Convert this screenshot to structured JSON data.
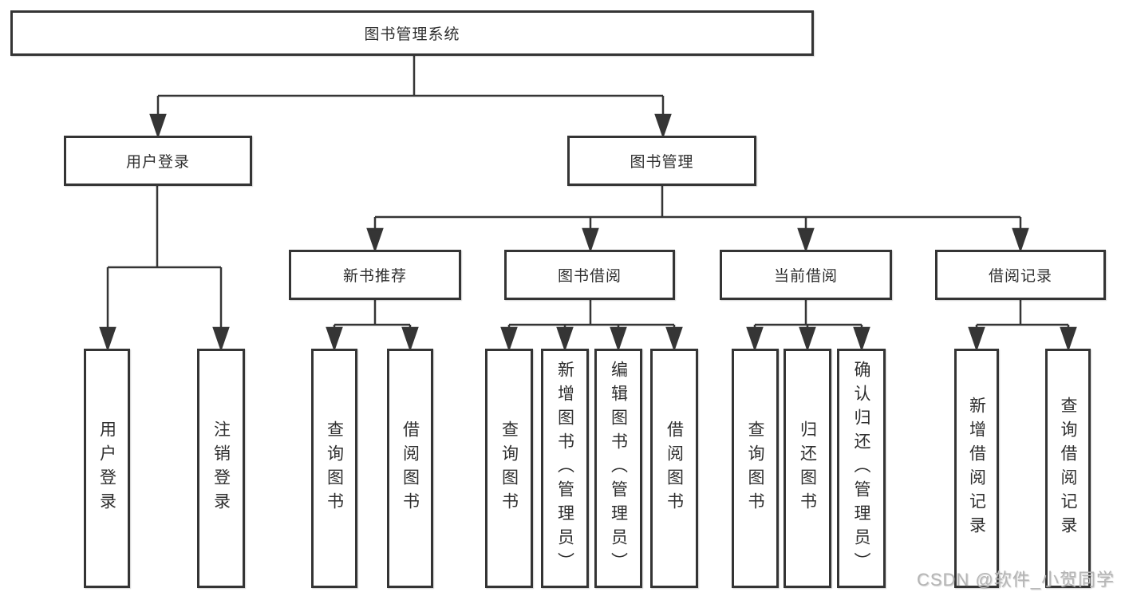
{
  "title": "图书管理系统",
  "nodes": {
    "root": "图书管理系统",
    "user_login": "用户登录",
    "book_management": "图书管理",
    "new_book_recommend": "新书推荐",
    "book_borrowing": "图书借阅",
    "current_borrowing": "当前借阅",
    "borrowing_records": "借阅记录",
    "leaf_user_login": "用户登录",
    "leaf_logout": "注销登录",
    "leaf_query_books_a": "查询图书",
    "leaf_borrow_books_a": "借阅图书",
    "leaf_query_books_b": "查询图书",
    "leaf_add_books_admin": "新增图书（管理员）",
    "leaf_edit_books_admin": "编辑图书（管理员）",
    "leaf_borrow_books_b": "借阅图书",
    "leaf_query_books_c": "查询图书",
    "leaf_return_books": "归还图书",
    "leaf_confirm_return_admin": "确认归还（管理员）",
    "leaf_add_borrow_record": "新增借阅记录",
    "leaf_query_borrow_record": "查询借阅记录"
  },
  "watermark": "CSDN @软件_小贺同学",
  "colors": {
    "line": "#353535",
    "box_border": "#343434",
    "box_fill": "#ffffff",
    "text": "#2f2f2f",
    "watermark": "#b5b5b5"
  }
}
